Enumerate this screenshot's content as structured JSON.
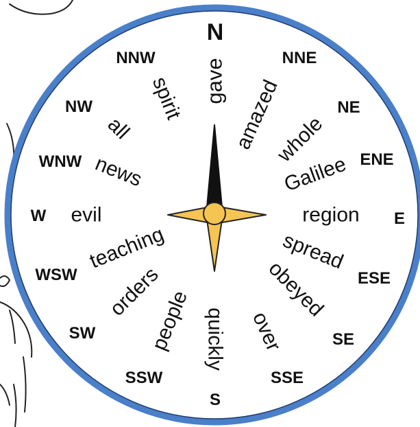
{
  "directions": {
    "N": "N",
    "NNE": "NNE",
    "NE": "NE",
    "ENE": "ENE",
    "E": "E",
    "ESE": "ESE",
    "SE": "SE",
    "SSE": "SSE",
    "S": "S",
    "SSW": "SSW",
    "SW": "SW",
    "WSW": "WSW",
    "W": "W",
    "WNW": "WNW",
    "NW": "NW",
    "NNW": "NNW"
  },
  "words": {
    "gave": "gave",
    "amazed": "amazed",
    "whole": "whole",
    "galilee": "Galilee",
    "region": "region",
    "spread": "spread",
    "obeyed": "obeyed",
    "over": "over",
    "quickly": "quickly",
    "people": "people",
    "orders": "orders",
    "teaching": "teaching",
    "evil": "evil",
    "news": "news",
    "all": "all",
    "spirit": "spirit"
  },
  "colors": {
    "ring": "#4a7fc9",
    "needle_north": "#111111",
    "needle_gold": "#f6c453"
  }
}
